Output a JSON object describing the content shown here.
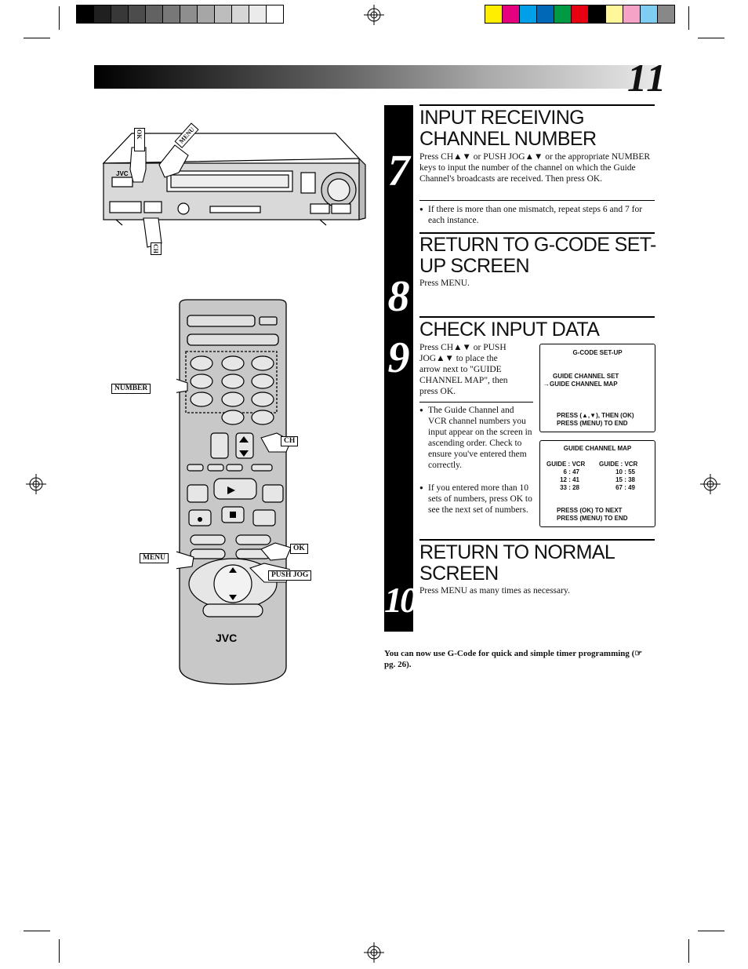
{
  "page_number": "11",
  "colors": {
    "gray_bars": [
      "#000000",
      "#202020",
      "#383838",
      "#4c4c4c",
      "#626262",
      "#787878",
      "#8e8e8e",
      "#a6a6a6",
      "#bdbdbd",
      "#d6d6d6",
      "#ebebeb",
      "#ffffff"
    ],
    "color_bars": [
      "#ffee00",
      "#e6007e",
      "#00a0e9",
      "#0068b7",
      "#009944",
      "#e60012",
      "#000000",
      "#fff799",
      "#f5a3c7",
      "#7ecef4",
      "#888888"
    ]
  },
  "steps": {
    "s7": {
      "number": "7",
      "heading": "INPUT RECEIVING CHANNEL NUMBER",
      "body": "Press CH▲▼ or PUSH JOG▲▼ or the appropriate NUMBER keys to input the number of the channel on which the Guide Channel's broadcasts are received. Then press OK.",
      "bullet": "If there is more than one mismatch, repeat steps 6 and 7 for each instance."
    },
    "s8": {
      "number": "8",
      "heading": "RETURN TO G-CODE SET-UP SCREEN",
      "body": "Press MENU."
    },
    "s9": {
      "number": "9",
      "heading": "CHECK INPUT DATA",
      "body": "Press CH▲▼ or PUSH JOG▲▼ to place the arrow next to \"GUIDE CHANNEL MAP\", then press OK.",
      "bullet1": "The Guide Channel and VCR channel numbers you input appear on the screen in ascending order. Check to ensure you've entered them correctly.",
      "bullet2": "If you entered more than 10 sets of numbers, press OK to see the next set of numbers."
    },
    "s10": {
      "number": "10",
      "heading": "RETURN TO NORMAL SCREEN",
      "body": "Press MENU as many times as necessary."
    }
  },
  "screen1": {
    "title": "G-CODE SET-UP",
    "line1": "GUIDE CHANNEL SET",
    "line2": "→GUIDE CHANNEL MAP",
    "line3": "PRESS (▲,▼), THEN (OK)",
    "line4": "PRESS (MENU) TO END"
  },
  "screen2": {
    "title": "GUIDE CHANNEL MAP",
    "col1_head": "GUIDE : VCR",
    "col1_rows": [
      "6 : 47",
      "12 : 41",
      "33 : 28"
    ],
    "col2_head": "GUIDE : VCR",
    "col2_rows": [
      "10 : 55",
      "15 : 38",
      "67 : 49"
    ],
    "line1": "PRESS (OK) TO NEXT",
    "line2": "PRESS (MENU) TO END"
  },
  "footer_note": "You can now use G-Code for quick and simple timer programming (☞ pg. 26).",
  "illustration": {
    "vcr_labels": {
      "ok": "OK",
      "menu": "MENU",
      "ch": "CH",
      "brand": "JVC"
    },
    "remote_labels": {
      "number": "NUMBER",
      "ch": "CH",
      "menu": "MENU",
      "ok": "OK",
      "push_jog": "PUSH JOG",
      "brand": "JVC"
    }
  }
}
